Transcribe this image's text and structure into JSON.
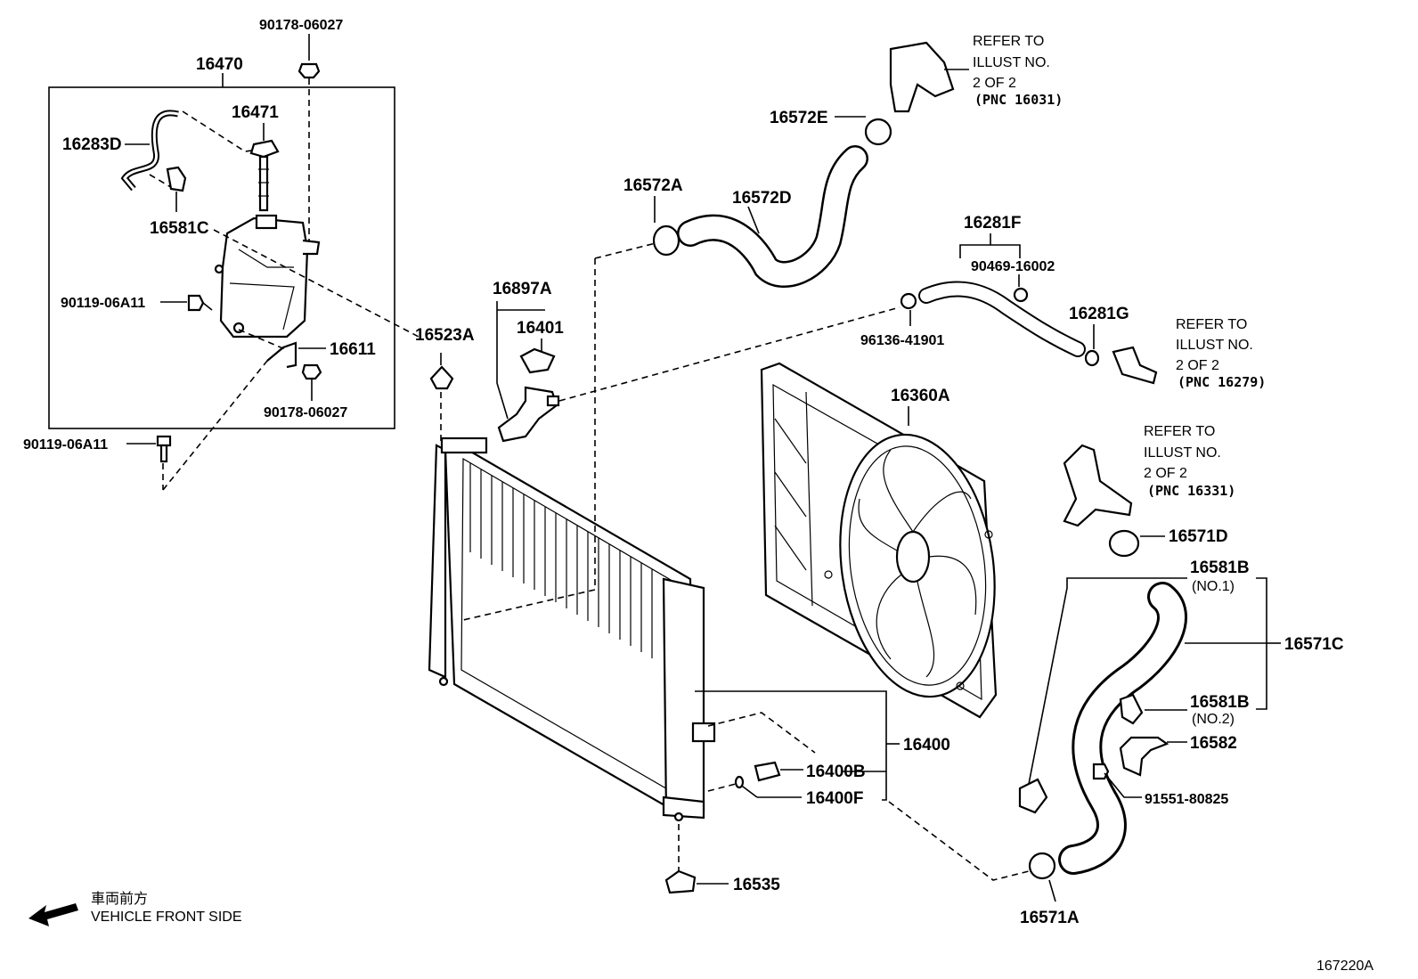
{
  "diagram_id": "167220A",
  "direction": {
    "jp_text": "車両前方",
    "text": "VEHICLE FRONT SIDE"
  },
  "parts": {
    "p90178_06027_top": "90178-06027",
    "p16470": "16470",
    "p16471": "16471",
    "p16283D": "16283D",
    "p16581C": "16581C",
    "p90119_06A11_in": "90119-06A11",
    "p16611": "16611",
    "p90178_06027_bot": "90178-06027",
    "p90119_06A11_out": "90119-06A11",
    "p16523A": "16523A",
    "p16572E": "16572E",
    "p16572A": "16572A",
    "p16572D": "16572D",
    "p16897A": "16897A",
    "p16401": "16401",
    "p16281F": "16281F",
    "p90469_16002": "90469-16002",
    "p96136_41901": "96136-41901",
    "p16281G": "16281G",
    "p16360A": "16360A",
    "p16571D": "16571D",
    "p16581B_1": "16581B",
    "no1": "(NO.1)",
    "p16571C": "16571C",
    "p16581B_2": "16581B",
    "no2": "(NO.2)",
    "p16582": "16582",
    "p91551_80825": "91551-80825",
    "p16400": "16400",
    "p16400B": "16400B",
    "p16400F": "16400F",
    "p16535": "16535",
    "p16571A": "16571A"
  },
  "refer_notes": [
    {
      "l1": "REFER TO",
      "l2": "ILLUST NO.",
      "l3": "2 OF 2",
      "l4": "(PNC 16031)"
    },
    {
      "l1": "REFER TO",
      "l2": "ILLUST NO.",
      "l3": "2 OF 2",
      "l4": "(PNC 16279)"
    },
    {
      "l1": "REFER TO",
      "l2": "ILLUST NO.",
      "l3": "2 OF 2",
      "l4": "(PNC 16331)"
    }
  ]
}
